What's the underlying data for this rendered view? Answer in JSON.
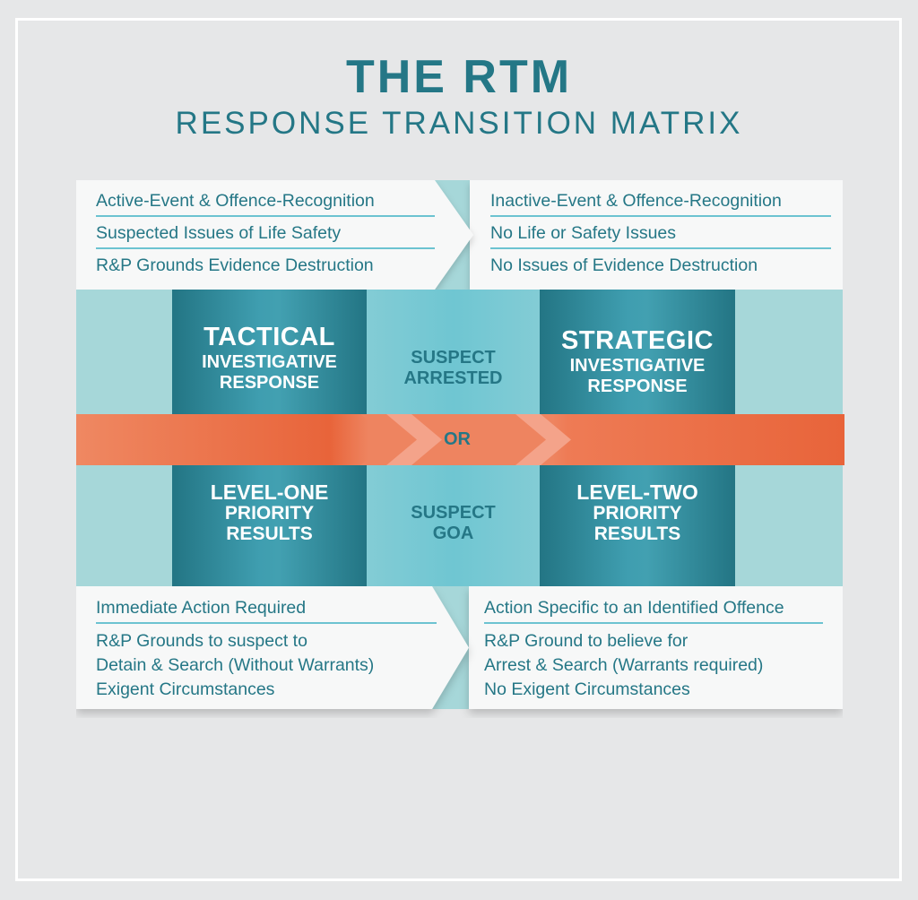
{
  "title": "THE RTM",
  "subtitle": "RESPONSE TRANSITION MATRIX",
  "colors": {
    "background": "#e6e7e8",
    "teal_text": "#257786",
    "dark_teal": "#237584",
    "light_teal": "#a6d7d9",
    "mid_teal": "#75c8d3",
    "orange": "#e8643a",
    "divider": "#6cc3d1"
  },
  "top_cards": {
    "left": [
      "Active-Event & Offence-Recognition",
      "Suspected Issues of Life Safety",
      "R&P Grounds Evidence Destruction"
    ],
    "right": [
      "Inactive-Event & Offence-Recognition",
      "No Life or Safety Issues",
      "No Issues of Evidence Destruction"
    ]
  },
  "upper_columns": {
    "left": {
      "heading": "TACTICAL",
      "line1": "INVESTIGATIVE",
      "line2": "RESPONSE"
    },
    "middle": {
      "line1": "SUSPECT",
      "line2": "ARRESTED"
    },
    "right": {
      "heading": "STRATEGIC",
      "line1": "INVESTIGATIVE",
      "line2": "RESPONSE"
    }
  },
  "band": {
    "label": "OR",
    "icon": "double-chevron-arrow-icon"
  },
  "lower_columns": {
    "left": {
      "heading": "LEVEL-ONE",
      "line1": "PRIORITY",
      "line2": "RESULTS"
    },
    "middle": {
      "line1": "SUSPECT",
      "line2": "GOA"
    },
    "right": {
      "heading": "LEVEL-TWO",
      "line1": "PRIORITY",
      "line2": "RESULTS"
    }
  },
  "bottom_cards": {
    "left": {
      "header": "Immediate Action Required",
      "body": [
        "R&P Grounds to suspect to",
        "Detain & Search (Without Warrants)",
        "Exigent Circumstances"
      ]
    },
    "right": {
      "header": "Action Specific to an Identified Offence",
      "body": [
        "R&P Ground to believe for",
        "Arrest & Search (Warrants required)",
        "No Exigent Circumstances"
      ]
    }
  }
}
